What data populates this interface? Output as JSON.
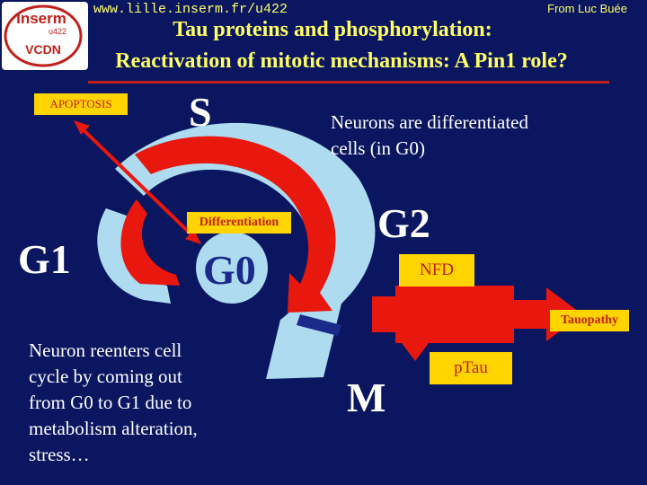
{
  "header": {
    "logo_text_top": "Inserm",
    "logo_text_sub": "u422",
    "logo_text_bottom": "VCDN",
    "url": "www.lille.inserm.fr/u422",
    "credit": "From Luc Buée",
    "title_line1": "Tau proteins and phosphorylation:",
    "title_line2": "Reactivation of mitotic mechanisms: A Pin1 role?"
  },
  "phases": {
    "s": "S",
    "g2": "G2",
    "g1": "G1",
    "m": "M",
    "g0": "G0"
  },
  "labels": {
    "apoptosis": "APOPTOSIS",
    "differentiation": "Differentiation",
    "nfd": "NFD",
    "ptau": "pTau",
    "tauopathy": "Tauopathy"
  },
  "notes": {
    "neurons": [
      "Neurons are differentiated",
      "cells (in G0)"
    ],
    "reentry": [
      "Neuron reenters cell",
      "cycle by coming out",
      "from G0 to G1 due to",
      "metabolism alteration,",
      "stress…"
    ]
  },
  "colors": {
    "background": "#0a1660",
    "cycle": "#aedbf0",
    "arrow_red": "#e8180f",
    "label_box": "#ffd400",
    "title_text": "#ffff66"
  }
}
